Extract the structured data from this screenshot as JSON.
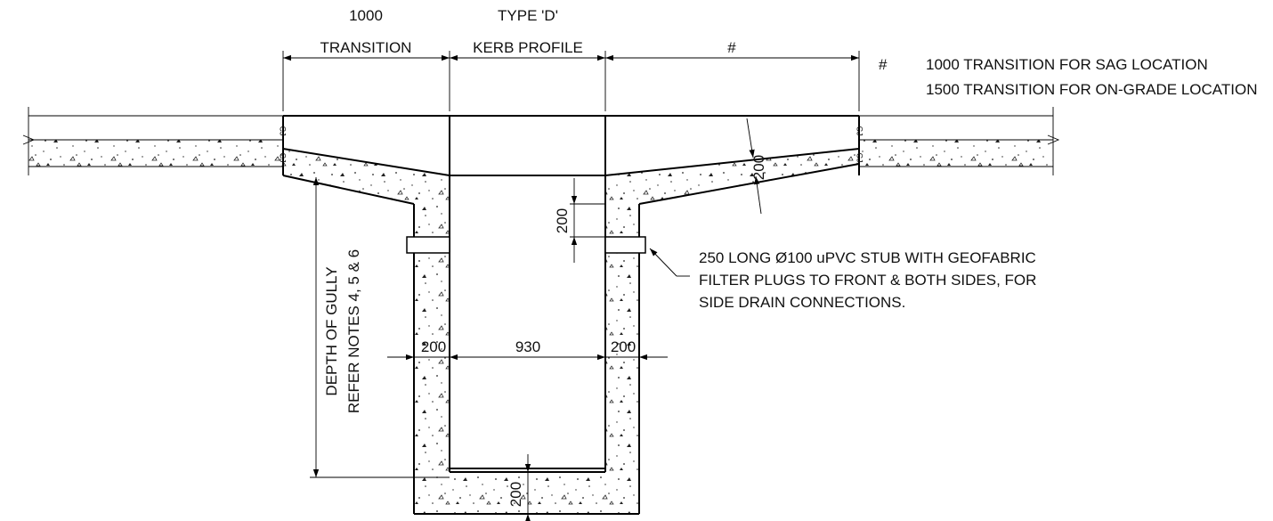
{
  "title_labels": {
    "transition_value": "1000",
    "transition_word": "TRANSITION",
    "type_label": "TYPE 'D'",
    "kerb_profile": "KERB PROFILE",
    "right_dim": "#"
  },
  "notes": {
    "hash": "#",
    "line1": "1000 TRANSITION FOR SAG LOCATION",
    "line2": "1500 TRANSITION FOR ON-GRADE LOCATION"
  },
  "callout": {
    "line1": "250 LONG Ø100 uPVC STUB WITH GEOFABRIC",
    "line2": "FILTER PLUGS TO FRONT & BOTH SIDES, FOR",
    "line3": "SIDE DRAIN CONNECTIONS."
  },
  "depth": {
    "line1": "DEPTH OF GULLY",
    "line2": "REFER NOTES 4, 5 & 6"
  },
  "dims": {
    "wall_left": "200",
    "inner_width": "930",
    "wall_right": "200",
    "slab_thickness": "200",
    "stub_height": "200",
    "base_thickness": "200"
  },
  "joint_marks": {
    "left_top": "CJ",
    "left_bottom": "CJ",
    "right_top": "CJ",
    "right_bottom": "CJ"
  }
}
